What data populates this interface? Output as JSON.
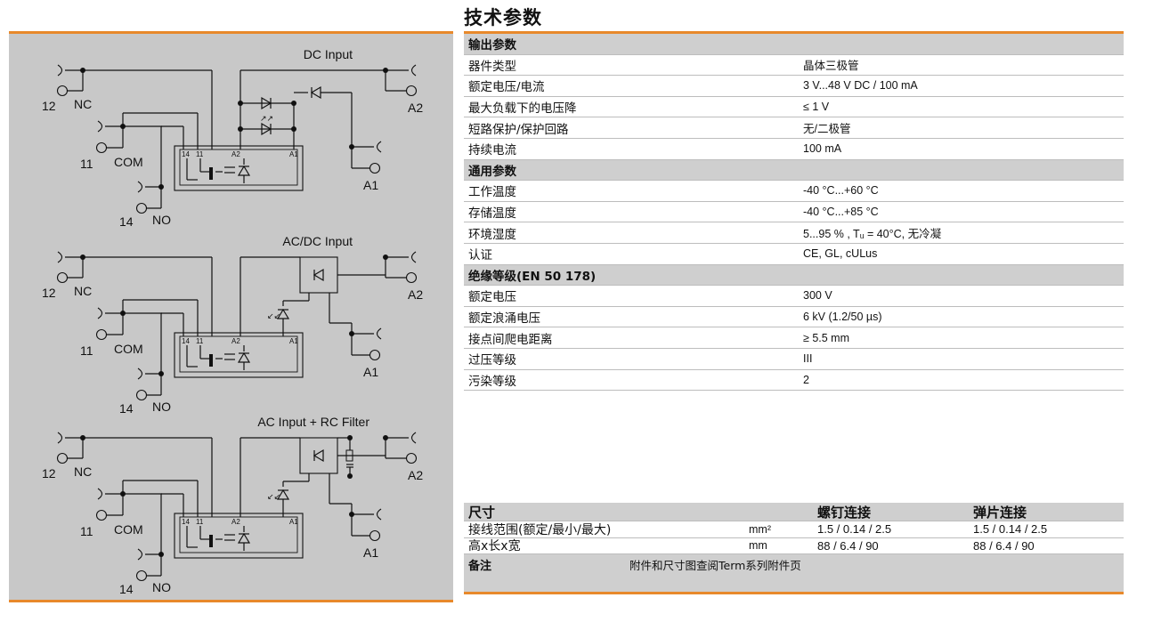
{
  "title": "技术参数",
  "diagrams": [
    {
      "label": "DC Input",
      "terminals": [
        "12",
        "NC",
        "11",
        "COM",
        "14",
        "NO",
        "A2",
        "A1"
      ],
      "pins": [
        "14",
        "11",
        "A2",
        "A1"
      ]
    },
    {
      "label": "AC/DC Input",
      "terminals": [
        "12",
        "NC",
        "11",
        "COM",
        "14",
        "NO",
        "A2",
        "A1"
      ],
      "pins": [
        "14",
        "11",
        "A2",
        "A1"
      ]
    },
    {
      "label": "AC Input + RC Filter",
      "terminals": [
        "12",
        "NC",
        "11",
        "COM",
        "14",
        "NO",
        "A2",
        "A1"
      ],
      "pins": [
        "14",
        "11",
        "A2",
        "A1"
      ]
    }
  ],
  "spec": [
    {
      "section": true,
      "label": "输出参数",
      "value": ""
    },
    {
      "label": "器件类型",
      "value": "晶体三极管"
    },
    {
      "label": "额定电压/电流",
      "value": "3 V...48 V DC / 100 mA"
    },
    {
      "label": "最大负载下的电压降",
      "value": "≤ 1 V"
    },
    {
      "label": "短路保护/保护回路",
      "value": "无/二极管"
    },
    {
      "label": "持续电流",
      "value": "100 mA"
    },
    {
      "section": true,
      "label": "通用参数",
      "value": ""
    },
    {
      "label": "工作温度",
      "value": "-40 °C...+60 °C"
    },
    {
      "label": "存储温度",
      "value": "-40 °C...+85 °C"
    },
    {
      "label": "环境湿度",
      "value": "5...95 % , Tᵤ = 40°C, 无冷凝"
    },
    {
      "label": "认证",
      "value": "CE, GL, cULus"
    },
    {
      "section": true,
      "label": "绝缘等级(EN 50 178)",
      "value": ""
    },
    {
      "label": "额定电压",
      "value": "300 V"
    },
    {
      "label": "额定浪涌电压",
      "value": "6 kV (1.2/50 µs)"
    },
    {
      "label": "接点间爬电距离",
      "value": "≥ 5.5 mm"
    },
    {
      "label": "过压等级",
      "value": "III"
    },
    {
      "label": "污染等级",
      "value": "2"
    }
  ],
  "dimensions": {
    "header": {
      "label": "尺寸",
      "col_screw": "螺钉连接",
      "col_spring": "弹片连接"
    },
    "rows": [
      {
        "label": "接线范围(额定/最小/最大)",
        "unit": "mm²",
        "screw": "1.5 / 0.14 / 2.5",
        "spring": "1.5 / 0.14 / 2.5"
      },
      {
        "label": "高x长x宽",
        "unit": "mm",
        "screw": "88 / 6.4 / 90",
        "spring": "88 / 6.4 / 90"
      }
    ],
    "note_label": "备注",
    "note_text": "附件和尺寸图查阅Term系列附件页"
  },
  "colors": {
    "accent": "#e8892b",
    "panel": "#c8c8c8",
    "section_bg": "#cfcfcf"
  }
}
